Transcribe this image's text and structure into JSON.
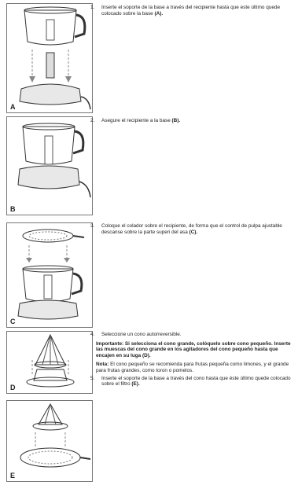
{
  "figures": [
    {
      "id": "A",
      "label": "A"
    },
    {
      "id": "B",
      "label": "B"
    },
    {
      "id": "C",
      "label": "C"
    },
    {
      "id": "D",
      "label": "D"
    },
    {
      "id": "E",
      "label": "E"
    }
  ],
  "steps": {
    "s1": {
      "num": "1.",
      "text": "Inserte el soporte de la base a través del recipiente hasta que este último quede colocado sobre la base",
      "ref": "(A)."
    },
    "s2": {
      "num": "2.",
      "text": "Asegure el recipiente a la base",
      "ref": "(B)."
    },
    "s3": {
      "num": "3.",
      "text": "Coloque el colador sobre el recipiente, de forma que el control de pulpa ajustable descanse sobre la parte superi del asa",
      "ref": "(C)."
    },
    "s4": {
      "num": "4.",
      "text": "Seleccione un cono autorreversible."
    },
    "important": {
      "text": "Importante: Si selecciona el cono grande, colóquelo sobre cono pequeño. Inserte las muescas del cono grande en los agitadores del cono pequeño hasta que encajen en su luga (D)."
    },
    "note": {
      "label": "Nota:",
      "text": "El cono pequeño se recomienda para frutas pequeña como limones, y el grande para frutas grandes, como toron o pomelos."
    },
    "s5": {
      "num": "5.",
      "text": "Inserte el soporte de la base a través del cono hasta que éste último quede colocado sobre el filtro",
      "ref": "(E)."
    }
  }
}
